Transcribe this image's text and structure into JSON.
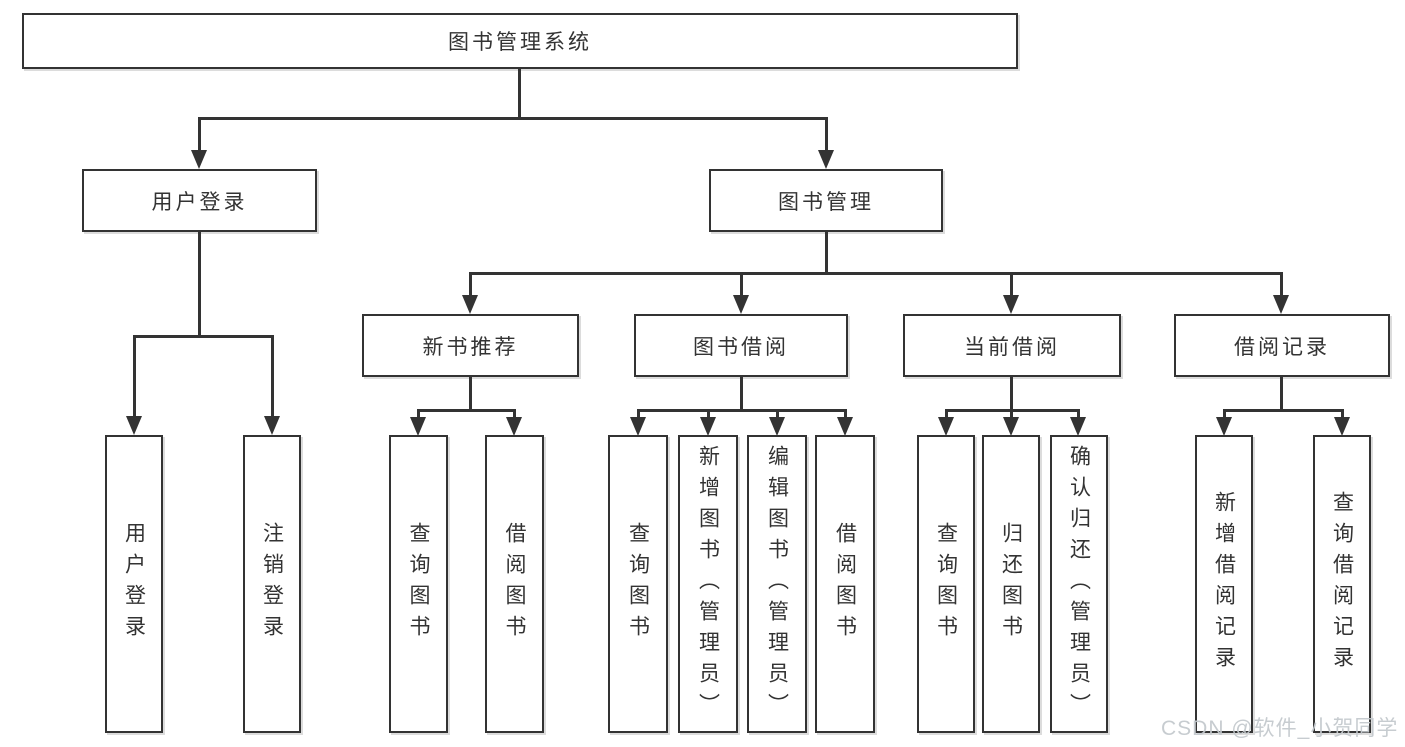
{
  "diagram": {
    "root": {
      "label": "图书管理系统"
    },
    "level2": {
      "login": {
        "label": "用户登录"
      },
      "mgmt": {
        "label": "图书管理"
      }
    },
    "level3": {
      "newbook": {
        "label": "新书推荐"
      },
      "borrow": {
        "label": "图书借阅"
      },
      "current": {
        "label": "当前借阅"
      },
      "records": {
        "label": "借阅记录"
      }
    },
    "leaves": {
      "login": [
        "用户登录",
        "注销登录"
      ],
      "newbook": [
        "查询图书",
        "借阅图书"
      ],
      "borrow": [
        "查询图书",
        "新增图书（管理员）",
        "编辑图书（管理员）",
        "借阅图书"
      ],
      "current": [
        "查询图书",
        "归还图书",
        "确认归还（管理员）"
      ],
      "records": [
        "新增借阅记录",
        "查询借阅记录"
      ]
    }
  },
  "watermark": "CSDN @软件_小贺同学",
  "colors": {
    "line": "#333333",
    "box_border": "#333333",
    "text": "#333333",
    "background": "#ffffff",
    "watermark_text": "#c4c9ce"
  }
}
